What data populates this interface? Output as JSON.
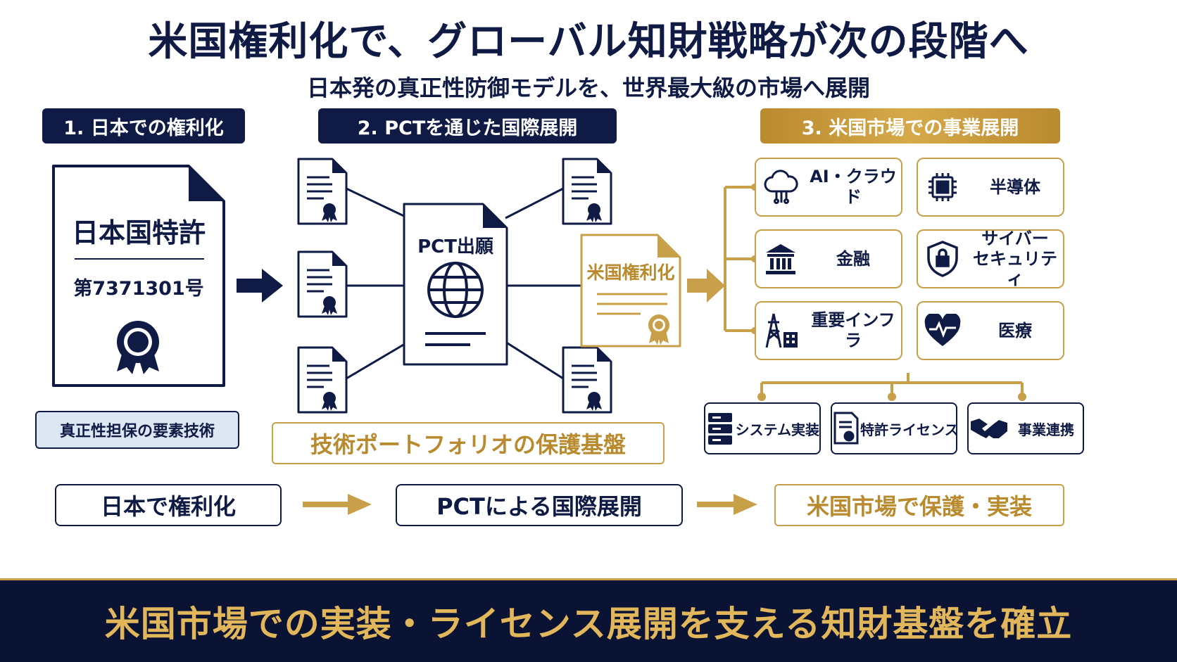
{
  "title": "米国権利化で、グローバル知財戦略が次の段階へ",
  "subtitle": "日本発の真正性防御モデルを、世界最大級の市場へ展開",
  "steps": [
    {
      "label": "1. 日本での権利化"
    },
    {
      "label": "2. PCTを通じた国際展開"
    },
    {
      "label": "3. 米国市場での事業展開"
    }
  ],
  "jp_patent": {
    "title": "日本国特許",
    "number": "第7371301号"
  },
  "element_tag": "真正性担保の要素技術",
  "pct": {
    "label": "PCT出願"
  },
  "us_patent": {
    "label": "米国権利化"
  },
  "portfolio": "技術ポートフォリオの保護基盤",
  "sectors": [
    {
      "label": "AI・クラウド",
      "icon": "cloud-network-icon"
    },
    {
      "label": "半導体",
      "icon": "chip-icon"
    },
    {
      "label": "金融",
      "icon": "bank-icon"
    },
    {
      "label": "サイバー\nセキュリティ",
      "icon": "shield-lock-icon"
    },
    {
      "label": "重要インフラ",
      "icon": "power-tower-icon"
    },
    {
      "label": "医療",
      "icon": "heart-pulse-icon"
    }
  ],
  "applications": [
    {
      "label": "システム実装",
      "icon": "server-icon"
    },
    {
      "label": "特許ライセンス",
      "icon": "certificate-icon"
    },
    {
      "label": "事業連携",
      "icon": "handshake-icon"
    }
  ],
  "flow": [
    "日本で権利化",
    "PCTによる国際展開",
    "米国市場で保護・実装"
  ],
  "banner": "米国市場での実装・ライセンス展開を支える知財基盤を確立",
  "colors": {
    "navy": "#0f1b45",
    "gold": "#c9a04a",
    "light_blue": "#dde6f3"
  }
}
